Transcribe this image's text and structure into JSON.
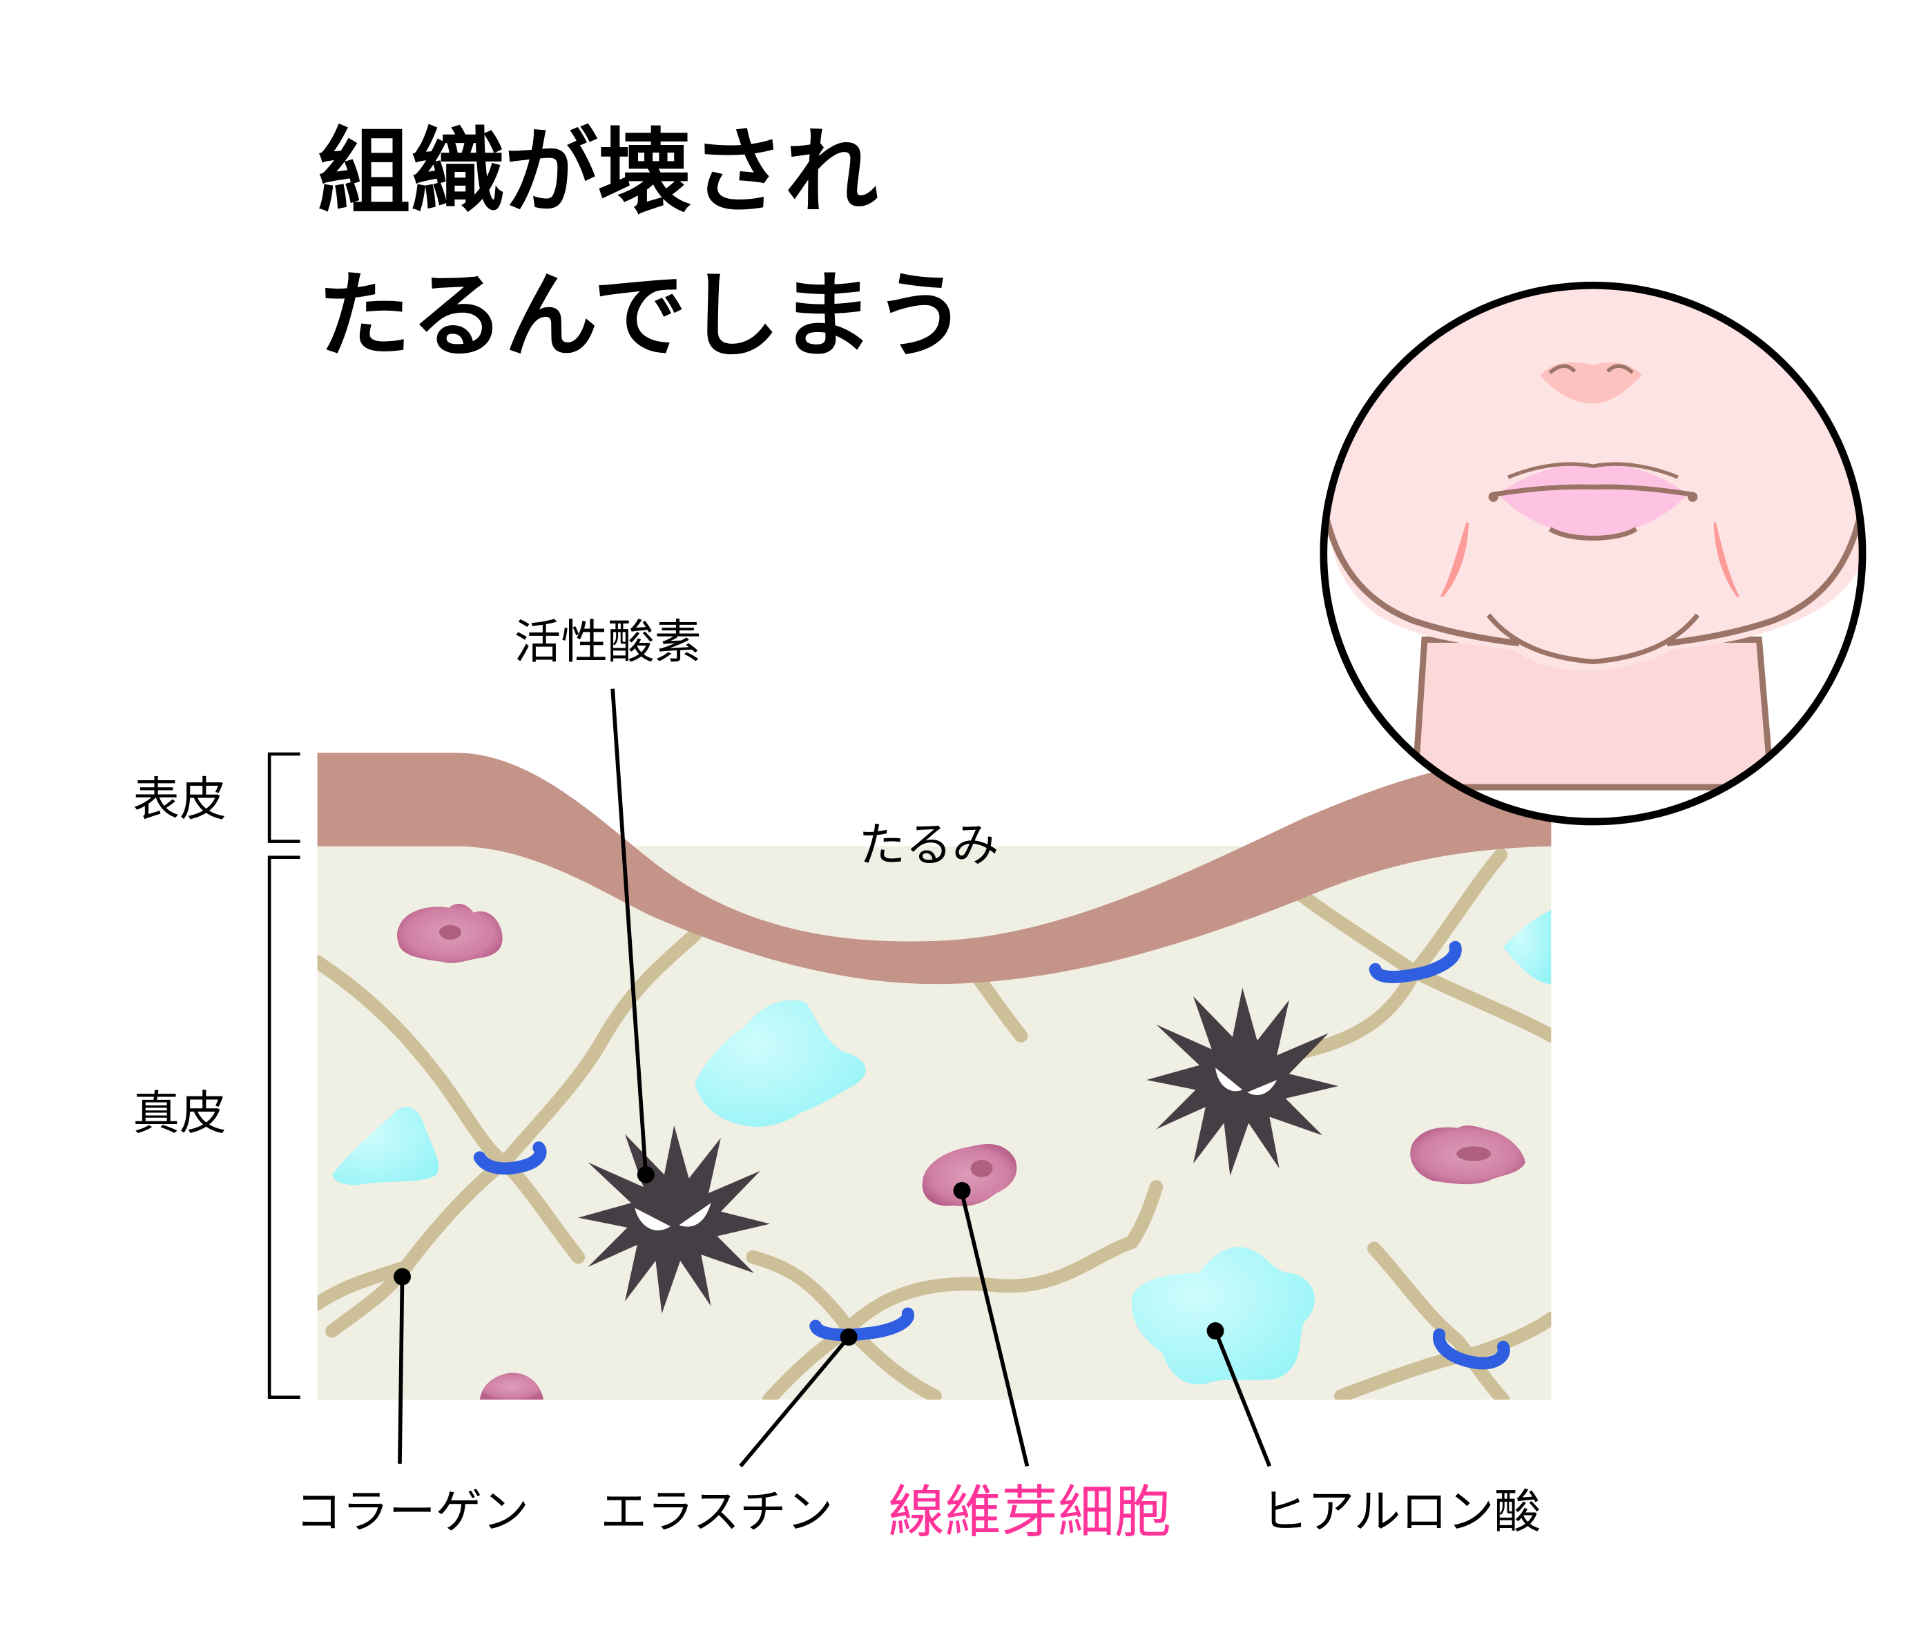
{
  "title": {
    "line1": "組織が壊され",
    "line2": "たるんでしまう"
  },
  "layers": {
    "epidermis_label": "表皮",
    "dermis_label": "真皮",
    "sagging_label": "たるみ"
  },
  "callouts": {
    "active_oxygen": "活性酸素",
    "collagen": "コラーゲン",
    "elastin": "エラスチン",
    "fibroblast": "線維芽細胞",
    "hyaluronic_acid": "ヒアルロン酸"
  },
  "colors": {
    "epidermis": "#c49489",
    "dermis": "#f0efe4",
    "collagen_fiber": "#cdbf98",
    "elastin": "#2f5fe0",
    "fibroblast_edge": "#b8608a",
    "fibroblast_center": "#d995b4",
    "fibroblast_nucleus": "#b0607f",
    "hyaluronic_acid": "#aef8fa",
    "active_oxygen": "#463e45",
    "highlight_label": "#ff3399",
    "skin": "#fde3e3",
    "skin_outline": "#9b7467",
    "lips": "#fec3e2",
    "nose": "#fdc2bf"
  },
  "inset": {
    "description": "sagging face and chin close-up"
  }
}
